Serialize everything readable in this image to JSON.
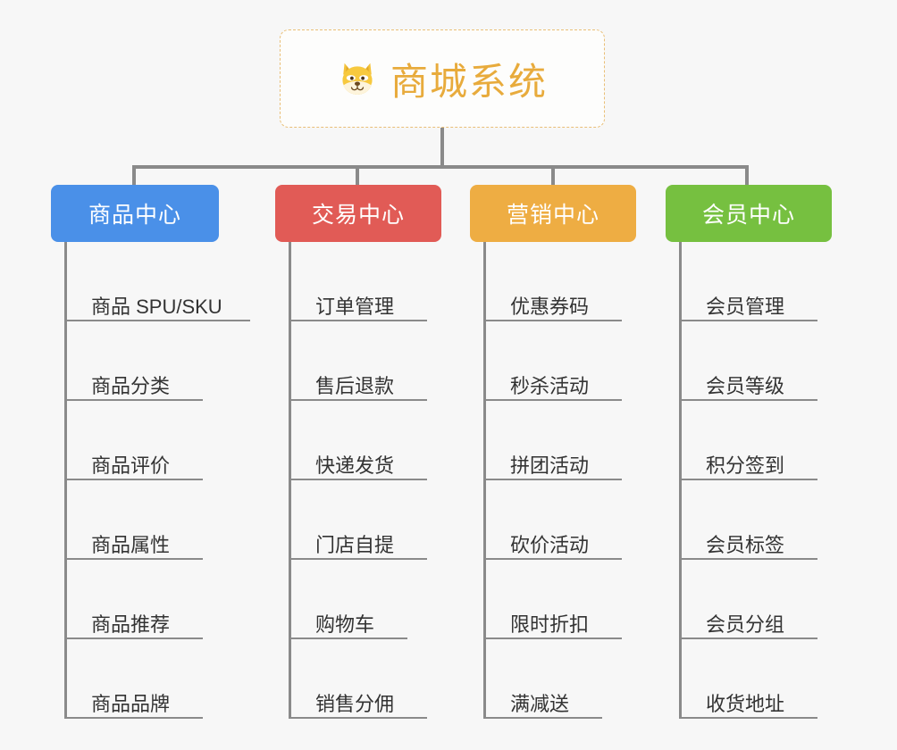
{
  "root": {
    "title": "商城系统",
    "emoji_name": "shiba-dog-face-emoji",
    "title_color": "#e8ab3c",
    "border_color": "#e9bf77"
  },
  "connector_color": "#8a8a8a",
  "background_color": "#f7f7f7",
  "leaf_text_color": "#333333",
  "columns": [
    {
      "label": "商品中心",
      "color": "#4a90e8",
      "items": [
        "商品 SPU/SKU",
        "商品分类",
        "商品评价",
        "商品属性",
        "商品推荐",
        "商品品牌"
      ]
    },
    {
      "label": "交易中心",
      "color": "#e15b56",
      "items": [
        "订单管理",
        "售后退款",
        "快递发货",
        "门店自提",
        "购物车",
        "销售分佣"
      ]
    },
    {
      "label": "营销中心",
      "color": "#eead43",
      "items": [
        "优惠券码",
        "秒杀活动",
        "拼团活动",
        "砍价活动",
        "限时折扣",
        "满减送"
      ]
    },
    {
      "label": "会员中心",
      "color": "#76c040",
      "items": [
        "会员管理",
        "会员等级",
        "积分签到",
        "会员标签",
        "会员分组",
        "收货地址"
      ]
    }
  ]
}
